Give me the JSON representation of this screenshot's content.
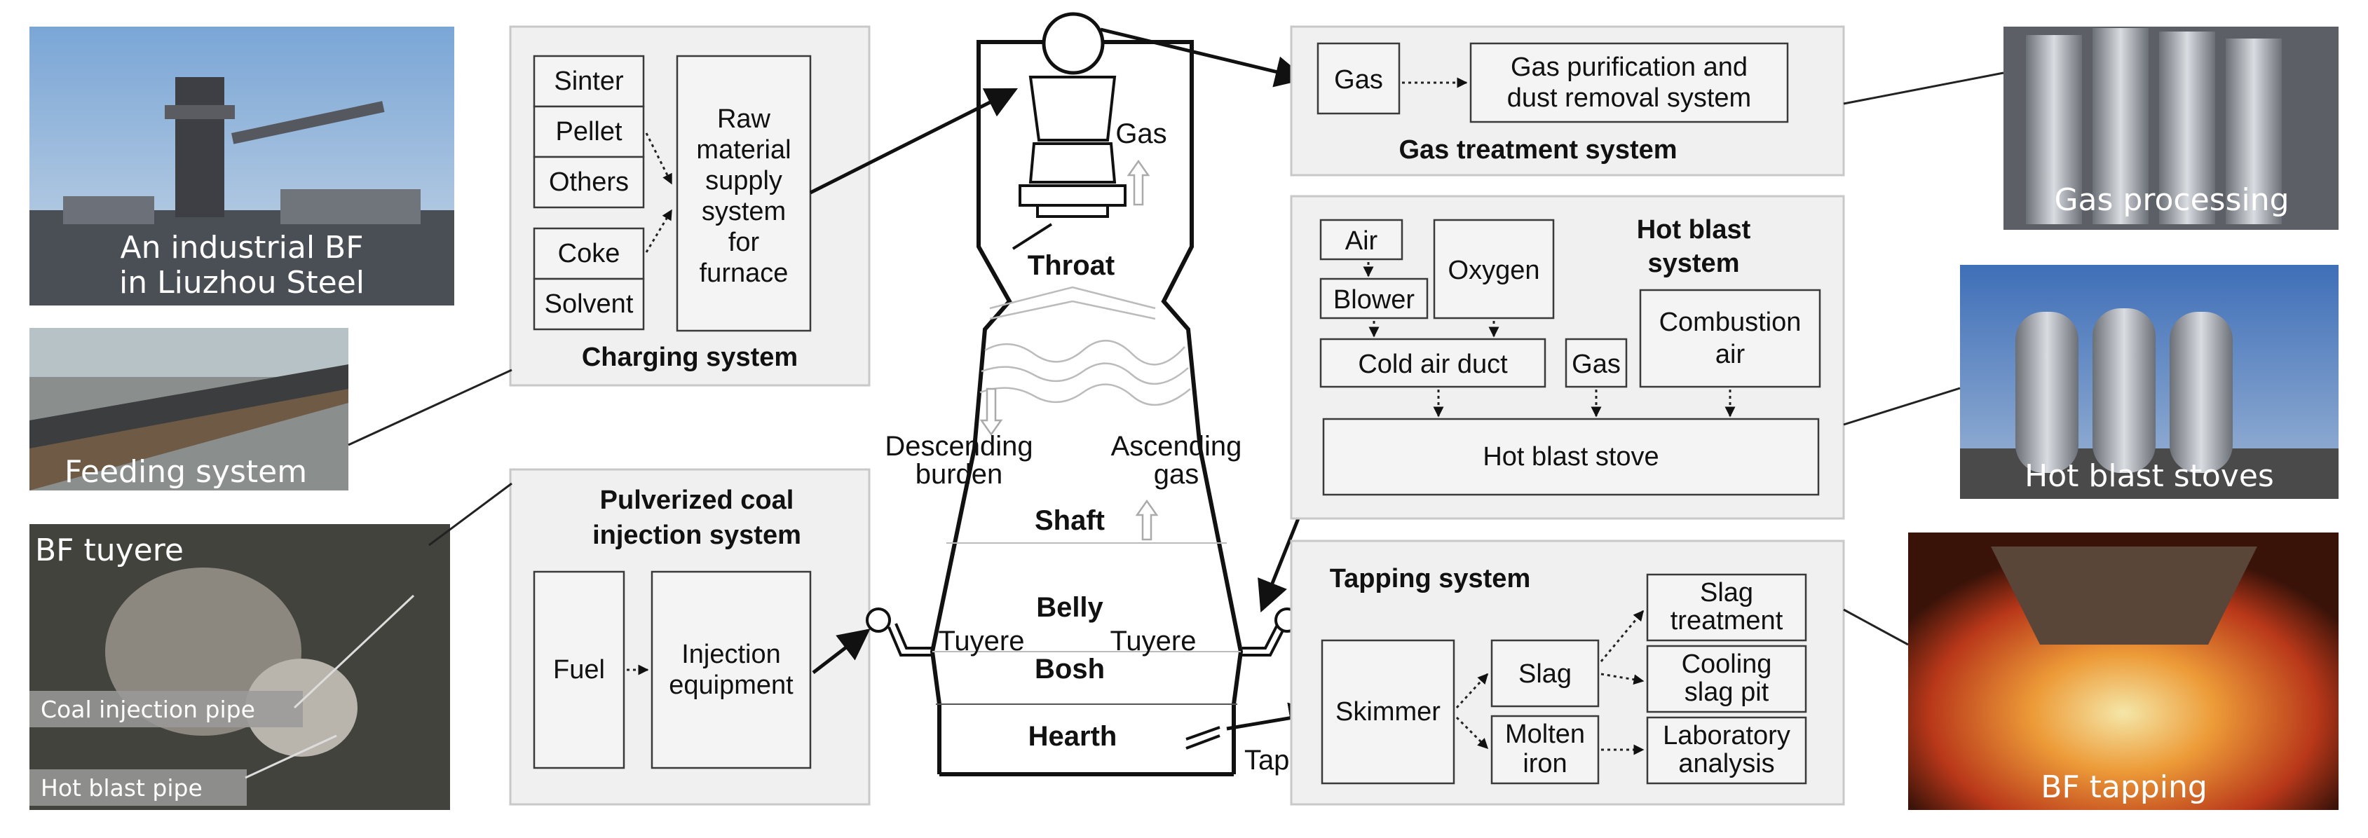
{
  "photos": {
    "bf": {
      "lines": [
        "An industrial BF",
        "in Liuzhou Steel"
      ]
    },
    "feeding": {
      "label": "Feeding system"
    },
    "tuyere": {
      "label": "BF tuyere",
      "coal_pipe": "Coal injection pipe",
      "hot_pipe": "Hot blast pipe"
    },
    "gas_processing": {
      "label": "Gas processing"
    },
    "stoves": {
      "label": "Hot blast stoves"
    },
    "tapping": {
      "label": "BF tapping"
    }
  },
  "charging": {
    "title": "Charging system",
    "items": [
      "Sinter",
      "Pellet",
      "Others",
      "Coke",
      "Solvent"
    ],
    "supply_lines": [
      "Raw",
      "material",
      "supply",
      "system",
      "for",
      "furnace"
    ]
  },
  "coal": {
    "title_lines": [
      "Pulverized coal",
      "injection system"
    ],
    "fuel": "Fuel",
    "equipment_lines": [
      "Injection",
      "equipment"
    ]
  },
  "gas_treatment": {
    "title": "Gas  treatment system",
    "gas": "Gas",
    "purification_lines": [
      "Gas purification and",
      "dust removal system"
    ]
  },
  "hot_blast": {
    "title_lines": [
      "Hot blast",
      "system"
    ],
    "air": "Air",
    "oxygen": "Oxygen",
    "blower": "Blower",
    "cold_air_duct": "Cold air duct",
    "gas": "Gas",
    "combustion_lines": [
      "Combustion",
      "air"
    ],
    "stove": "Hot blast stove"
  },
  "tapping": {
    "title": "Tapping system",
    "skimmer": "Skimmer",
    "slag": "Slag",
    "molten_lines": [
      "Molten",
      "iron"
    ],
    "slag_treatment_lines": [
      "Slag",
      "treatment"
    ],
    "cooling_lines": [
      "Cooling",
      "slag pit"
    ],
    "lab_lines": [
      "Laboratory",
      "analysis"
    ]
  },
  "furnace": {
    "gas": "Gas",
    "throat": "Throat",
    "descending_lines": [
      "Descending",
      "burden"
    ],
    "ascending_lines": [
      "Ascending",
      "gas"
    ],
    "shaft": "Shaft",
    "belly": "Belly",
    "bosh": "Bosh",
    "tuyere_left": "Tuyere",
    "tuyere_right": "Tuyere",
    "hearth": "Hearth",
    "taphole": "Taphole"
  },
  "colors": {
    "panel": "#f0f0f0",
    "box": "#f4f4f4",
    "molten": "#e8501c"
  }
}
